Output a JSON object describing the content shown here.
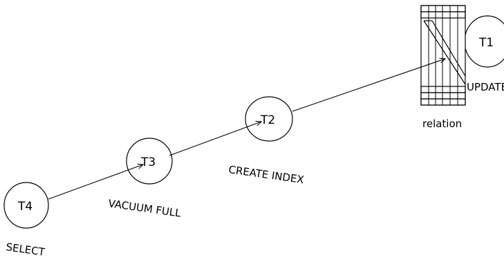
{
  "diagram": {
    "nodes": [
      {
        "id": "T4",
        "label": "T4",
        "caption": "SELECT"
      },
      {
        "id": "T3",
        "label": "T3",
        "caption": "VACUUM FULL"
      },
      {
        "id": "T2",
        "label": "T2",
        "caption": "CREATE INDEX"
      },
      {
        "id": "T1",
        "label": "T1",
        "caption": "UPDATE"
      }
    ],
    "resource": {
      "label": "relation"
    },
    "edges": [
      {
        "from": "T4",
        "to": "T3"
      },
      {
        "from": "T3",
        "to": "T2"
      },
      {
        "from": "T2",
        "to": "relation"
      }
    ]
  }
}
